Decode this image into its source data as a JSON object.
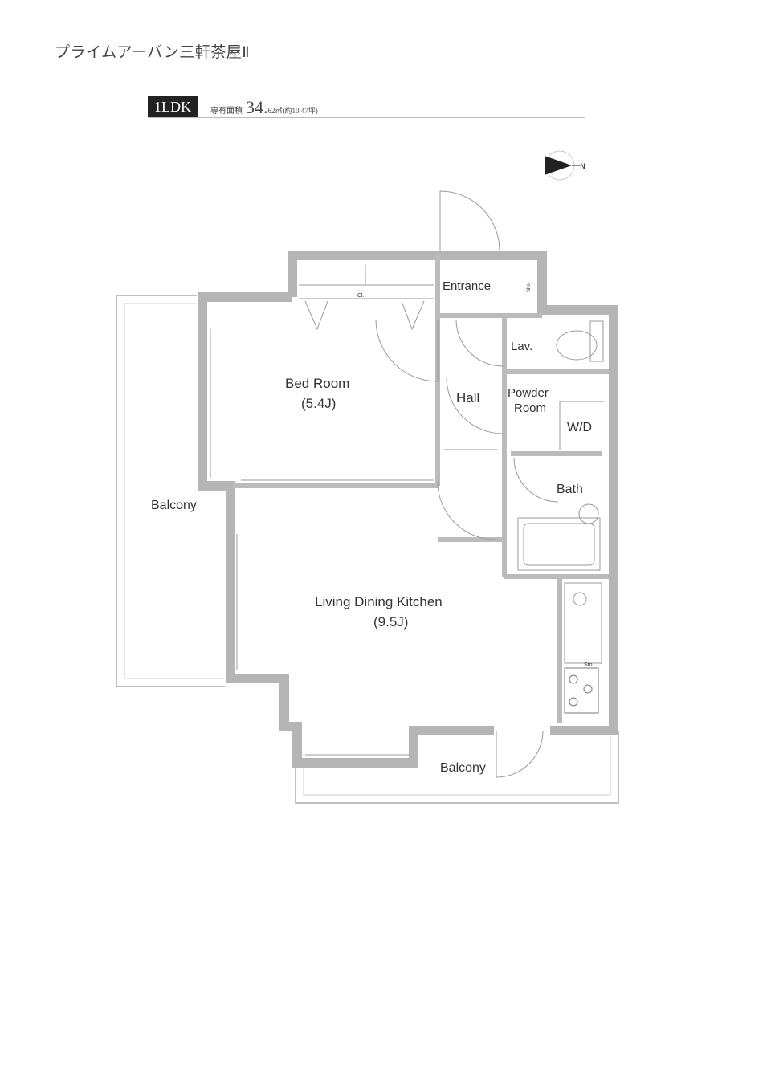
{
  "header": {
    "property_name": "プライムアーバン三軒茶屋Ⅱ",
    "layout_type": "1LDK",
    "area_label": "専有面積",
    "area_value": "34.",
    "area_detail": "62㎡(約10.47坪)"
  },
  "plan": {
    "compass": "N",
    "rooms": {
      "entrance": "Entrance",
      "closet": "Cl.",
      "lav": "Lav.",
      "hall": "Hall",
      "powder_room_1": "Powder",
      "powder_room_2": "Room",
      "wd": "W/D",
      "bath": "Bath",
      "bedroom": "Bed Room",
      "bedroom_size": "(5.4J)",
      "ldk": "Living Dining Kitchen",
      "ldk_size": "(9.5J)",
      "balcony_west": "Balcony",
      "balcony_south": "Balcony",
      "shoe_box": "Sho.",
      "storage": "Sto."
    },
    "colors": {
      "wall": "#b5b5b5",
      "line": "#999999"
    }
  }
}
